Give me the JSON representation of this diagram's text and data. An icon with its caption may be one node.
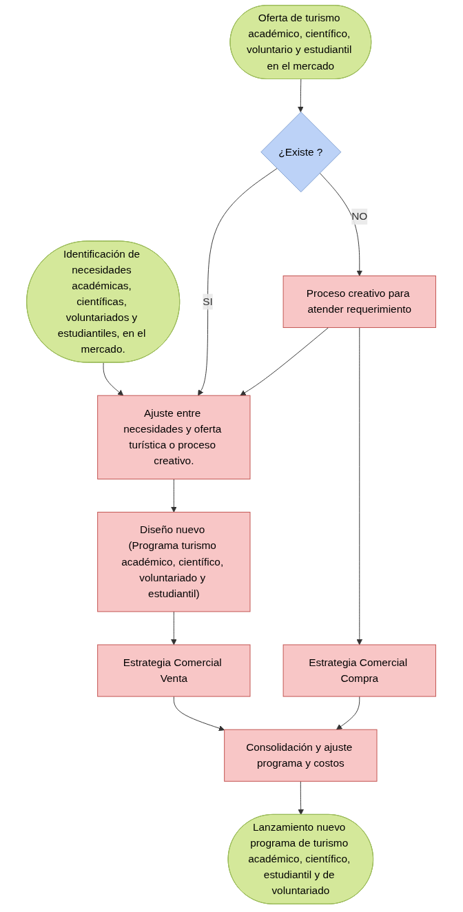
{
  "diagram": {
    "nodes": [
      {
        "text": [
          "Identificación de necesidades académicas, científicas, voluntariados y estudiantiles, en el mercado."
        ]
      },
      {
        "text": [
          "Oferta de turismo académico, científico, voluntario y estudiantil en el mercado"
        ]
      },
      {
        "text": [
          "Ajuste entre necesidades y oferta turística o proceso creativo."
        ]
      },
      {
        "text": [
          "¿Existe ?"
        ]
      },
      {
        "text": [
          "Diseño nuevo (Programa turismo académico, científico, voluntariado y estudiantil)"
        ]
      },
      {
        "text": [
          "Proceso creativo para atender requerimiento"
        ]
      },
      {
        "text": [
          "Estrategia Comercial Venta"
        ]
      },
      {
        "text": [
          "Estrategia Comercial Compra"
        ]
      },
      {
        "text": [
          "Consolidación y ajuste programa y costos"
        ]
      },
      {
        "text": [
          "Lanzamiento nuevo programa de turismo académico, científico, estudiantil y de voluntariado"
        ]
      }
    ],
    "edges": [
      {
        "from": 0,
        "to": 2,
        "arrow": "to"
      },
      {
        "from": 1,
        "to": 3,
        "arrow": "to"
      },
      {
        "from": 3,
        "to": 2,
        "arrow": "to",
        "label": "SI"
      },
      {
        "from": 3,
        "to": 5,
        "arrow": "to",
        "label": "NO"
      },
      {
        "from": 5,
        "to": 2,
        "arrow": "to"
      },
      {
        "from": 2,
        "to": 4,
        "arrow": "to"
      },
      {
        "from": 4,
        "to": 6,
        "arrow": "to"
      },
      {
        "from": 5,
        "to": 7,
        "arrow": "to"
      },
      {
        "from": 6,
        "to": 8,
        "arrow": "to"
      },
      {
        "from": 7,
        "to": 8,
        "arrow": "to"
      },
      {
        "from": 8,
        "to": 9,
        "arrow": "to"
      }
    ]
  }
}
